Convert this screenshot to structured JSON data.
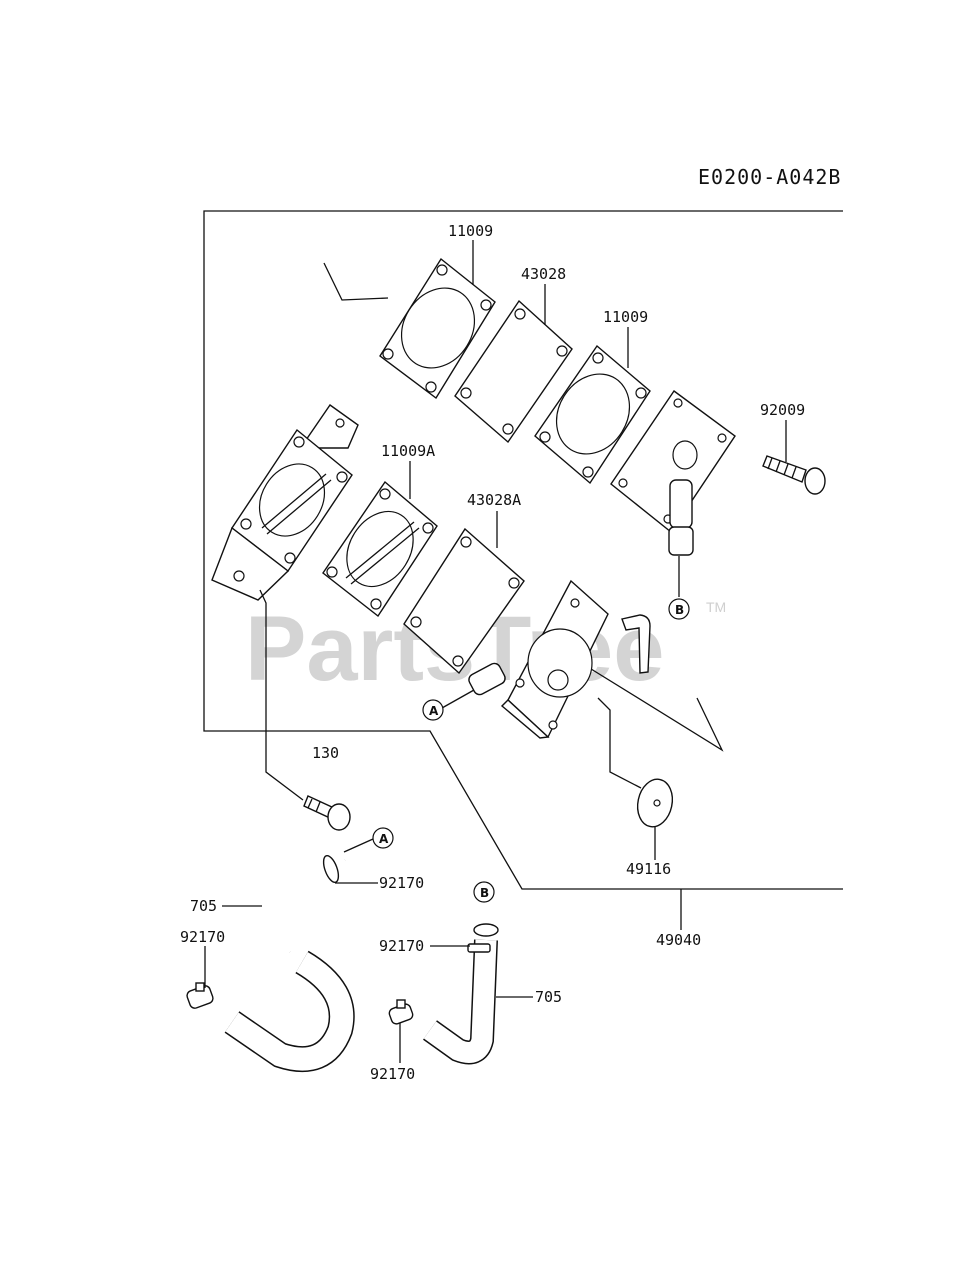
{
  "diagram": {
    "code": "E0200-A042B",
    "watermark": "PartsTree",
    "trademark": "TM",
    "labels": {
      "gasket_11009_top": "11009",
      "diaphragm_43028": "43028",
      "gasket_11009_right": "11009",
      "screw_92009": "92009",
      "gasket_11009a": "11009A",
      "diaphragm_43028a": "43028A",
      "bolt_130": "130",
      "valve_49116": "49116",
      "pump_assy_49040": "49040",
      "clamp_92170_a": "92170",
      "hose_705_a": "705",
      "clamp_92170_b": "92170",
      "clamp_92170_c": "92170",
      "hose_705_b": "705",
      "clamp_92170_d": "92170"
    },
    "refs": {
      "a_pump": "A",
      "b_pump": "B",
      "a_hose": "A",
      "b_hose": "B"
    }
  }
}
